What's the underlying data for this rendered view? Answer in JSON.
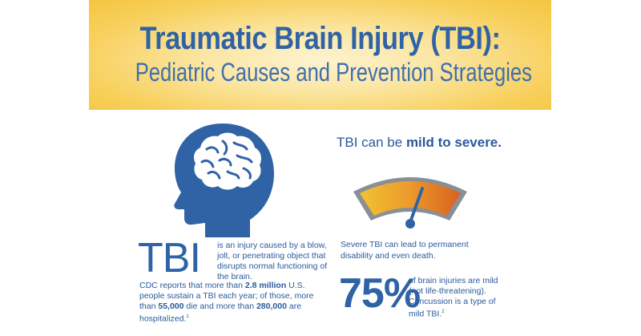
{
  "header": {
    "title": "Traumatic Brain Injury (TBI):",
    "subtitle": "Pediatric Causes and Prevention Strategies"
  },
  "left": {
    "tbi_word": "TBI",
    "tbi_definition": "is an injury caused by a blow, jolt, or penetrating object that disrupts normal functioning of the brain.",
    "cdc_pre": "CDC reports that more than ",
    "cdc_num1": "2.8 million",
    "cdc_mid1": " U.S. people sustain a TBI each year; of those, more than ",
    "cdc_num2": "55,000",
    "cdc_mid2": " die and more than ",
    "cdc_num3": "280,000",
    "cdc_post": " are hospitalized.",
    "cdc_footnote": "1"
  },
  "right": {
    "heading_pre": "TBI can be ",
    "heading_bold": "mild to severe.",
    "severe_text": "Severe TBI can lead to permanent disability and even death.",
    "percent": "75%",
    "percent_text": "of brain injuries are mild (not life-threatening). Concussion is a type of mild TBI.",
    "percent_footnote": "2"
  },
  "colors": {
    "primary_blue": "#2f63a6",
    "banner_yellow": "#f7cf5a",
    "gauge_yellow": "#f2c232",
    "gauge_orange": "#d9601e"
  },
  "icons": {
    "head": "child-head-brain-icon",
    "gauge": "severity-gauge-icon"
  }
}
